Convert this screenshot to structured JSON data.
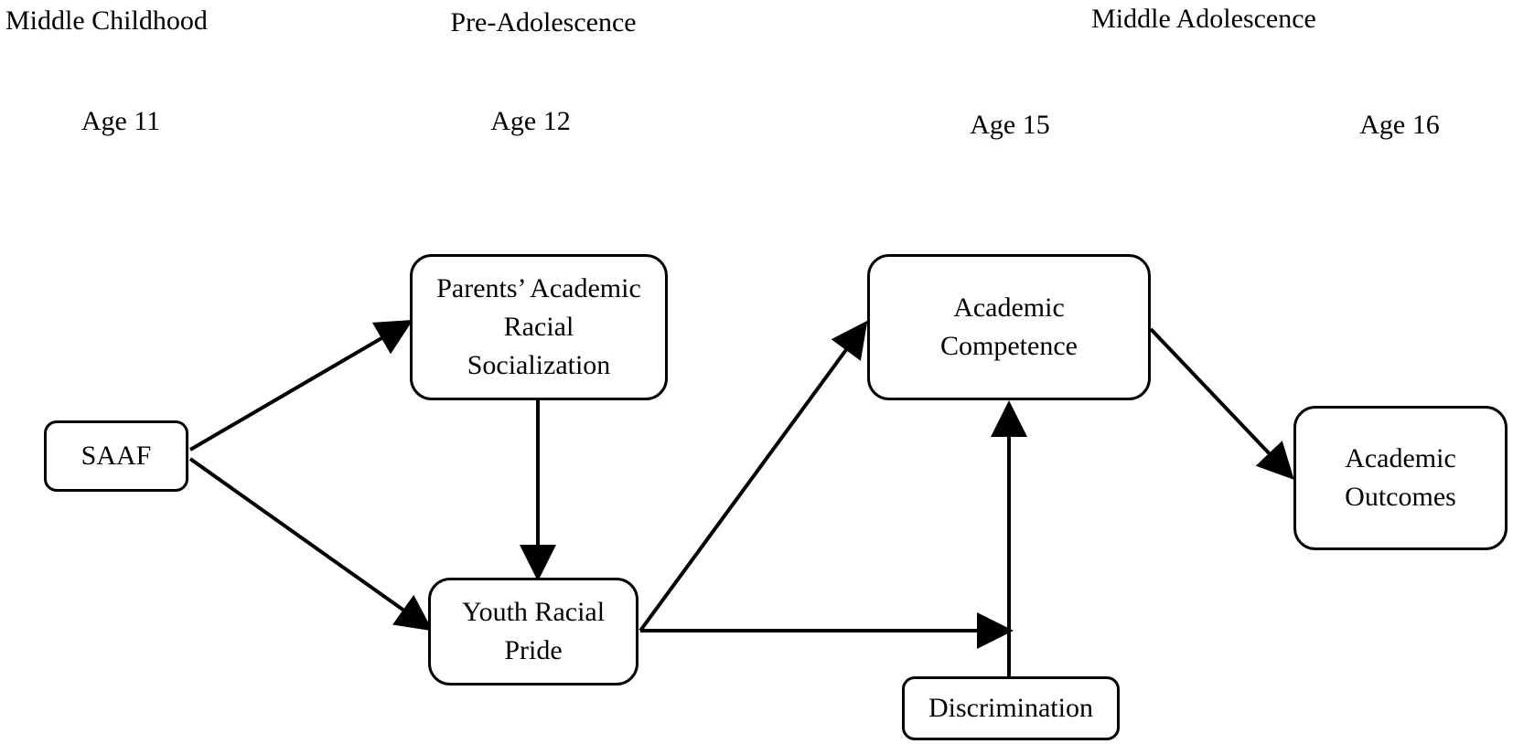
{
  "stages": {
    "middle_childhood": "Middle Childhood",
    "pre_adolescence": "Pre-Adolescence",
    "middle_adolescence": "Middle Adolescence"
  },
  "ages": {
    "age11": "Age 11",
    "age12": "Age 12",
    "age15": "Age 15",
    "age16": "Age 16"
  },
  "nodes": {
    "saaf": [
      "SAAF"
    ],
    "parents": [
      "Parents’ Academic",
      "Racial",
      "Socialization"
    ],
    "youth": [
      "Youth Racial",
      "Pride"
    ],
    "competence": [
      "Academic",
      "Competence"
    ],
    "discrimination": [
      "Discrimination"
    ],
    "outcomes": [
      "Academic",
      "Outcomes"
    ]
  },
  "colors": {
    "stroke": "#000000",
    "background": "#ffffff"
  }
}
